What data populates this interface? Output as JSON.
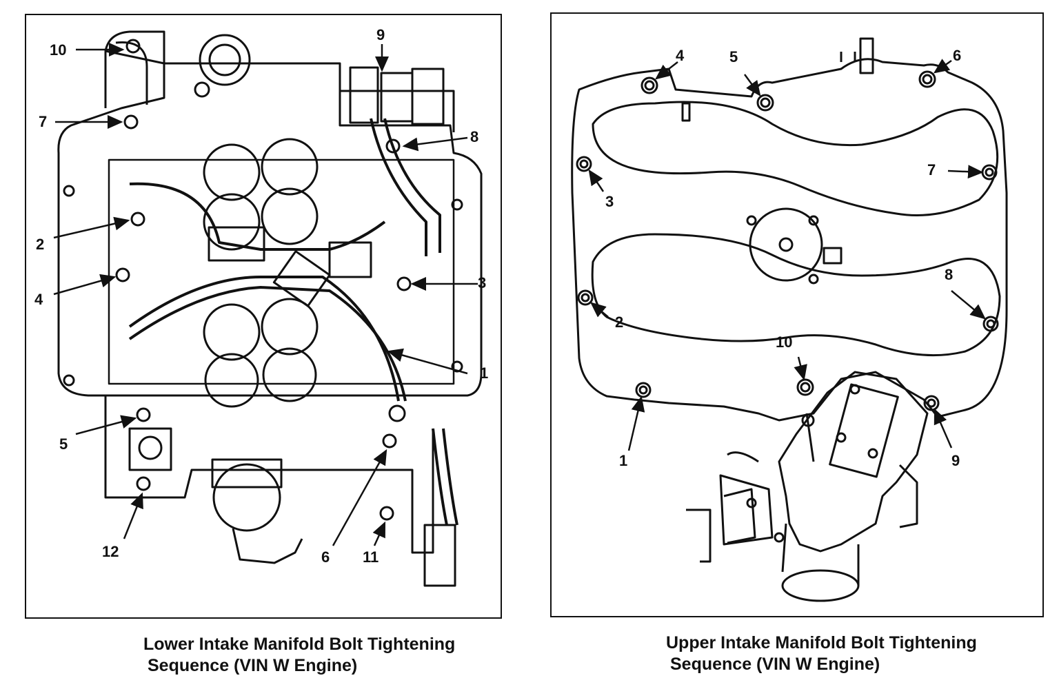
{
  "lower": {
    "caption_line1": "Lower Intake Manifold Bolt Tightening",
    "caption_line2": "Sequence (VIN W Engine)",
    "callouts": [
      "1",
      "2",
      "3",
      "4",
      "5",
      "6",
      "7",
      "8",
      "9",
      "10",
      "11",
      "12"
    ]
  },
  "upper": {
    "caption_line1": "Upper Intake Manifold Bolt Tightening",
    "caption_line2": "Sequence (VIN W Engine)",
    "callouts": [
      "1",
      "2",
      "3",
      "4",
      "5",
      "6",
      "7",
      "8",
      "9",
      "10"
    ]
  }
}
